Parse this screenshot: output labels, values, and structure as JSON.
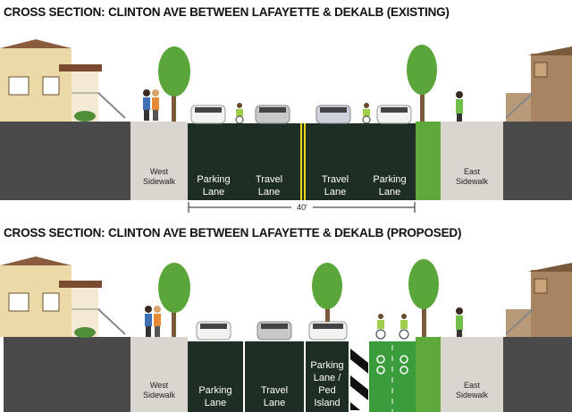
{
  "existing": {
    "title": "CROSS SECTION: CLINTON AVE BETWEEN LAFAYETTE & DEKALB (EXISTING)",
    "west_sidewalk": "West\nSidewalk",
    "east_sidewalk": "East\nSidewalk",
    "lanes": [
      "Parking\nLane",
      "Travel\nLane",
      "Travel\nLane",
      "Parking\nLane"
    ],
    "width": "40'"
  },
  "proposed": {
    "title": "CROSS SECTION: CLINTON AVE BETWEEN LAFAYETTE & DEKALB (PROPOSED)",
    "west_sidewalk": "West\nSidewalk",
    "east_sidewalk": "East\nSidewalk",
    "lanes": [
      "Parking\nLane",
      "Travel\nLane",
      "Parking\nLane /\nPed\nIsland"
    ]
  },
  "colors": {
    "road": "#1f2e25",
    "sidewalk": "#d8d6cf",
    "curb": "#4a4a4a",
    "median": "#5fa83b",
    "bike_lane": "#3a9c3a",
    "center_line": "#e8d21a"
  }
}
